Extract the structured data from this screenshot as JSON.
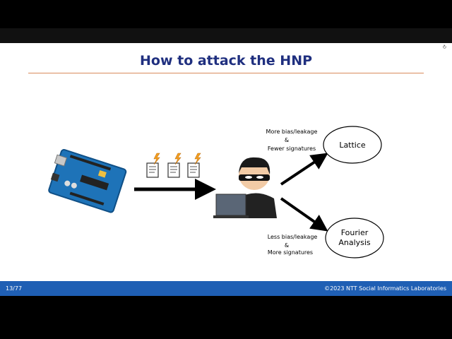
{
  "slide": {
    "title": "How to attack the HNP",
    "side_label": "⟳",
    "upper_label": [
      "More bias/leakage",
      "&",
      "Fewer signatures"
    ],
    "lower_label": [
      "Less bias/leakage",
      "&",
      "More signatures"
    ],
    "lattice": "Lattice",
    "fourier": [
      "Fourier",
      "Analysis"
    ]
  },
  "footer": {
    "page": "13/77",
    "copyright": "©2023 NTT Social Informatics Laboratories"
  },
  "controls": {
    "fullscreen_icon": "⛶"
  },
  "colors": {
    "title": "#1f2f7f",
    "rule": "#d98a5c",
    "footer": "#1f5fb4",
    "board": "#1e73b8"
  }
}
